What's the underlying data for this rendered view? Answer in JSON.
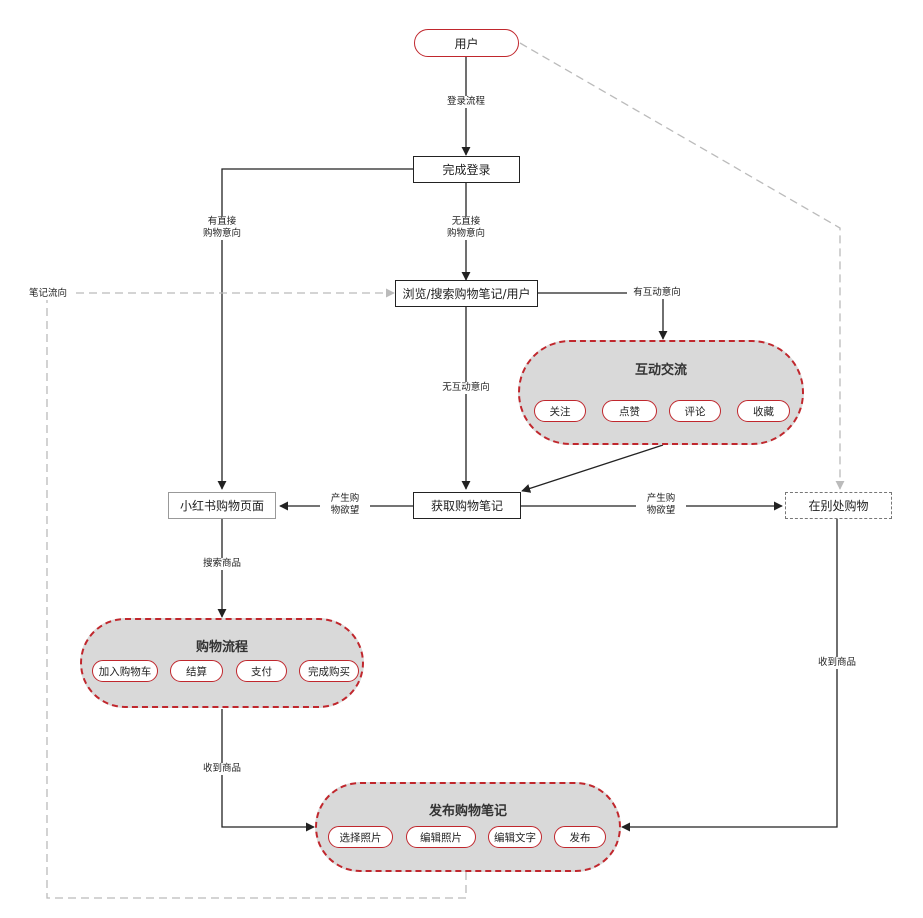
{
  "nodes": {
    "user": "用户",
    "login_done": "完成登录",
    "browse": "浏览/搜索购物笔记/用户",
    "get_note": "获取购物笔记",
    "xhs_page": "小红书购物页面",
    "elsewhere": "在别处购物"
  },
  "groups": {
    "interact": {
      "title": "互动交流",
      "items": [
        "关注",
        "点赞",
        "评论",
        "收藏"
      ]
    },
    "shopping": {
      "title": "购物流程",
      "steps": [
        "加入购物车",
        "结算",
        "支付",
        "完成购买"
      ]
    },
    "publish": {
      "title": "发布购物笔记",
      "steps": [
        "选择照片",
        "编辑照片",
        "编辑文字",
        "发布"
      ]
    }
  },
  "edge_labels": {
    "login_flow": "登录流程",
    "direct_intent": "有直接\n购物意向",
    "no_direct_intent": "无直接\n购物意向",
    "interact_intent": "有互动意向",
    "no_interact_intent": "无互动意向",
    "desire_left": "产生购\n物欲望",
    "desire_right": "产生购\n物欲望",
    "search_goods": "搜索商品",
    "receive_left": "收到商品",
    "receive_right": "收到商品",
    "note_flow": "笔记流向"
  },
  "colors": {
    "accent_red": "#c0272d",
    "group_fill": "#d9d9d9",
    "line": "#222222",
    "dashed_line": "#bbbbbb"
  }
}
